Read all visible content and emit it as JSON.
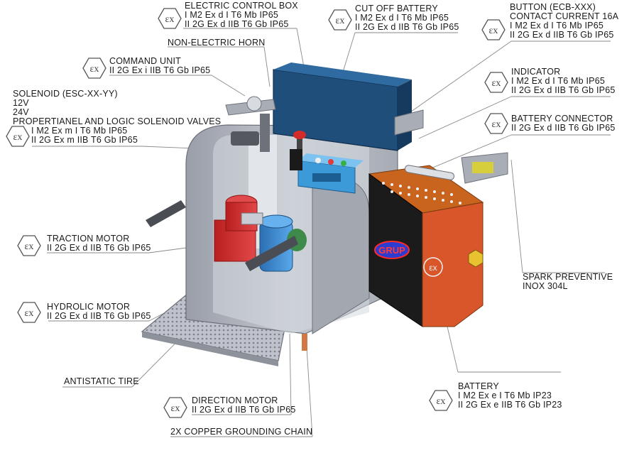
{
  "symbols": {
    "ex_badge": "ex-hexagon-icon",
    "ex_text": "εx",
    "brand_text": "GRUP"
  },
  "colors": {
    "housing": "#b9bcc5",
    "housing_dark": "#8f939e",
    "control_box": "#1f4e7a",
    "traction_motor": "#d42a2a",
    "hydrolic_motor": "#3b8fd6",
    "command_unit": "#3c9ad9",
    "battery": "#1b1b1b",
    "battery_side": "#d9552a",
    "battery_top": "#c8641e",
    "floor_plate": "#b7bac3",
    "ex_badge": "#e9c230",
    "leader": "#8a8a8a",
    "text": "#1a1a1a"
  },
  "labels": {
    "electric_control_box": [
      "ELECTRIC CONTROL BOX",
      "I M2 Ex d I T6 Mb IP65",
      "II 2G Ex d IIB T6 Gb IP65"
    ],
    "cut_off_battery": [
      "CUT OFF BATTERY",
      "I M2 Ex d I T6 Mb IP65",
      "II 2G Ex d IIB T6 Gb IP65"
    ],
    "button": [
      "BUTTON (ECB-XXX)",
      "CONTACT CURRENT 16A",
      "I M2 Ex d I T6 Mb IP65",
      "II 2G Ex d IIB T6 Gb IP65"
    ],
    "non_electric_horn": [
      "NON-ELECTRIC HORN"
    ],
    "command_unit": [
      "COMMAND UNIT",
      "II 2G Ex i IIB T6 Gb IP65"
    ],
    "indicator": [
      "INDICATOR",
      "I M2 Ex d I T6 Mb IP65",
      "II 2G Ex d IIB T6 Gb IP65"
    ],
    "solenoid": [
      "SOLENOID (ESC-XX-YY)",
      "12V",
      "24V",
      "PROPERTIANEL AND LOGIC SOLENOID VALVES",
      "I M2 Ex m I T6 Mb IP65",
      "II 2G Ex m IIB T6 Gb IP65"
    ],
    "battery_connector": [
      "BATTERY CONNECTOR",
      "II 2G Ex d IIB T6 Gb IP65"
    ],
    "traction_motor": [
      "TRACTION MOTOR",
      "II 2G Ex d IIB T6 Gb IP65"
    ],
    "spark_preventive": [
      "SPARK PREVENTIVE",
      "INOX 304L"
    ],
    "hydrolic_motor": [
      "HYDROLIC MOTOR",
      "II 2G Ex d IIB T6 Gb IP65"
    ],
    "antistatic_tire": [
      "ANTISTATIC TIRE"
    ],
    "battery": [
      "BATTERY",
      "I M2 Ex e I T6 Mb IP23",
      "II 2G Ex e IIB T6 Gb IP23"
    ],
    "direction_motor": [
      "DIRECTION MOTOR",
      "II 2G Ex d IIB T6 Gb IP65"
    ],
    "grounding_chain": [
      "2X COPPER GROUNDING CHAIN"
    ]
  }
}
